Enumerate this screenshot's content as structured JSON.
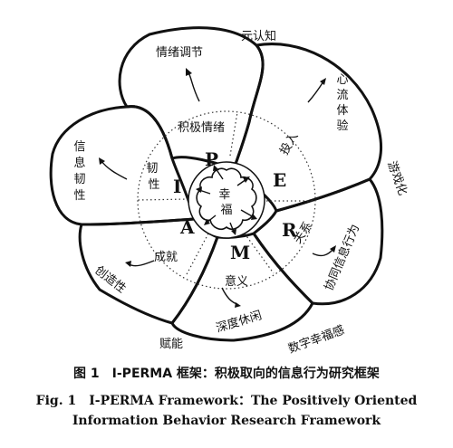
{
  "diagram": {
    "center": "幸福",
    "letters": {
      "I": "I",
      "P": "P",
      "E": "E",
      "R": "R",
      "A": "A",
      "M": "M"
    },
    "inner_labels": {
      "positive_emotion": "积极情绪",
      "engagement": "投入",
      "relationships": "关系",
      "meaning": "意义",
      "achievement": "成就",
      "resilience": "韧性"
    },
    "petal_labels": {
      "emotion_regulation": "情绪调节",
      "flow_experience": "心流体验",
      "collaborative_info_behavior": "协同信息行为",
      "deep_leisure": "深度休闲",
      "creativity": "创造性",
      "info_resilience": "信息韧性"
    },
    "outer_labels": {
      "metacognition": "元认知",
      "gamification": "游戏化",
      "digital_wellbeing": "数字幸福感",
      "empowerment": "赋能"
    }
  },
  "caption": {
    "zh": "图 1　I-PERMA 框架：积极取向的信息行为研究框架",
    "en_line1": "Fig. 1　I-PERMA Framework：The Positively Oriented",
    "en_line2": "Information Behavior Research Framework"
  }
}
